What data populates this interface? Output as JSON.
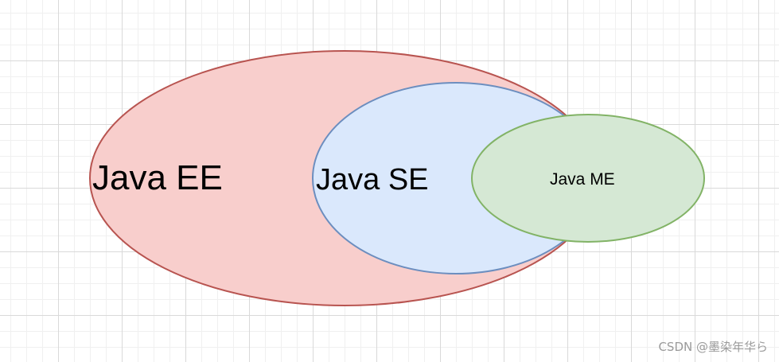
{
  "diagram": {
    "nodes": [
      {
        "id": "ee",
        "label": "Java EE",
        "fill": "#f8cecc",
        "stroke": "#b85450"
      },
      {
        "id": "se",
        "label": "Java SE",
        "fill": "#dae8fc",
        "stroke": "#6c8ebf"
      },
      {
        "id": "me",
        "label": "Java ME",
        "fill": "#d5e8d4",
        "stroke": "#82b366"
      }
    ]
  },
  "watermark": "CSDN @墨染年华ら"
}
